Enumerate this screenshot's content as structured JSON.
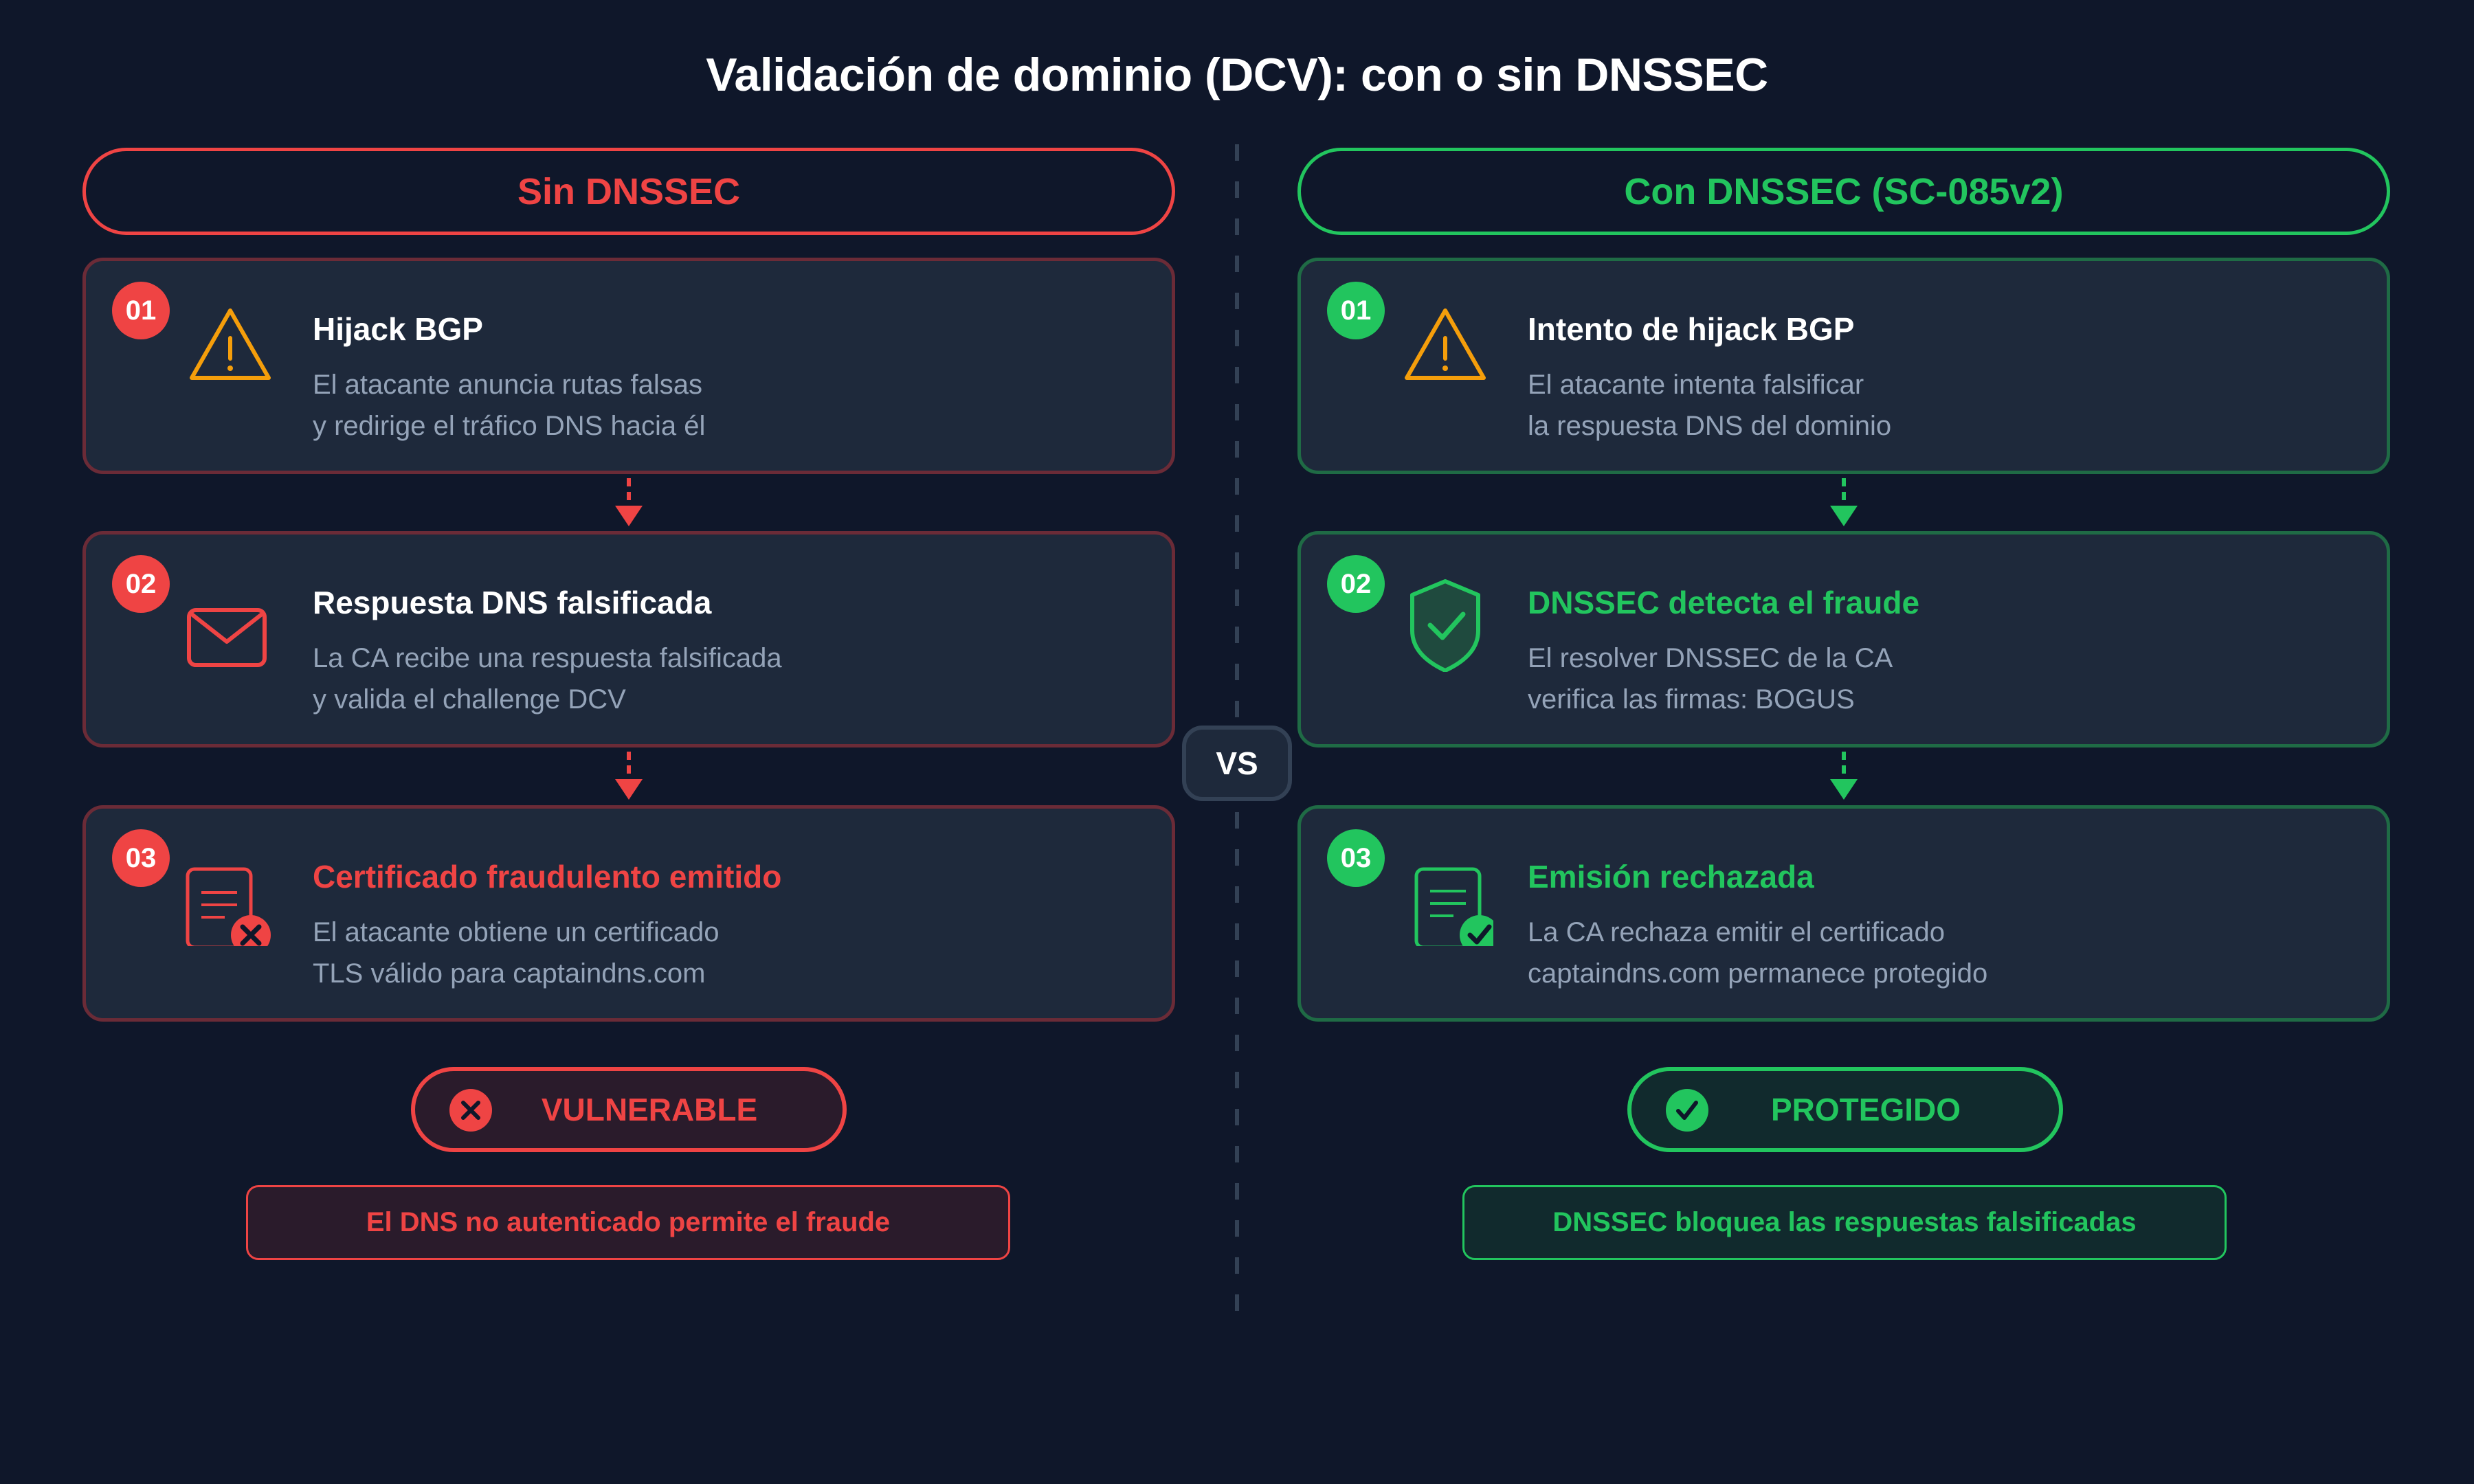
{
  "title": "Validación de dominio (DCV): con o sin DNSSEC",
  "colors": {
    "background": "#0f172a",
    "card": "#1e293b",
    "red": "#ef4444",
    "green": "#22c55e",
    "warning": "#f59e0b",
    "muted_text": "#94a3b8",
    "divider": "#334155"
  },
  "vs_label": "VS",
  "left": {
    "header": "Sin DNSSEC",
    "steps": [
      {
        "number": "01",
        "icon": "warning-triangle-icon",
        "title": "Hijack BGP",
        "desc_line1": "El atacante anuncia rutas falsas",
        "desc_line2": "y redirige el tráfico DNS hacia él"
      },
      {
        "number": "02",
        "icon": "envelope-icon",
        "title": "Respuesta DNS falsificada",
        "desc_line1": "La CA recibe una respuesta falsificada",
        "desc_line2": "y valida el challenge DCV"
      },
      {
        "number": "03",
        "icon": "document-x-icon",
        "title": "Certificado fraudulento emitido",
        "desc_line1": "El atacante obtiene un certificado",
        "desc_line2": "TLS válido para captaindns.com"
      }
    ],
    "status": "VULNERABLE",
    "note": "El DNS no autenticado permite el fraude"
  },
  "right": {
    "header": "Con DNSSEC (SC-085v2)",
    "steps": [
      {
        "number": "01",
        "icon": "warning-triangle-icon",
        "title": "Intento de hijack BGP",
        "desc_line1": "El atacante intenta falsificar",
        "desc_line2": "la respuesta DNS del dominio"
      },
      {
        "number": "02",
        "icon": "shield-check-icon",
        "title": "DNSSEC detecta el fraude",
        "desc_line1": "El resolver DNSSEC de la CA",
        "desc_line2": "verifica las firmas: BOGUS"
      },
      {
        "number": "03",
        "icon": "document-check-icon",
        "title": "Emisión rechazada",
        "desc_line1": "La CA rechaza emitir el certificado",
        "desc_line2": "captaindns.com permanece protegido"
      }
    ],
    "status": "PROTEGIDO",
    "note": "DNSSEC bloquea las respuestas falsificadas"
  }
}
